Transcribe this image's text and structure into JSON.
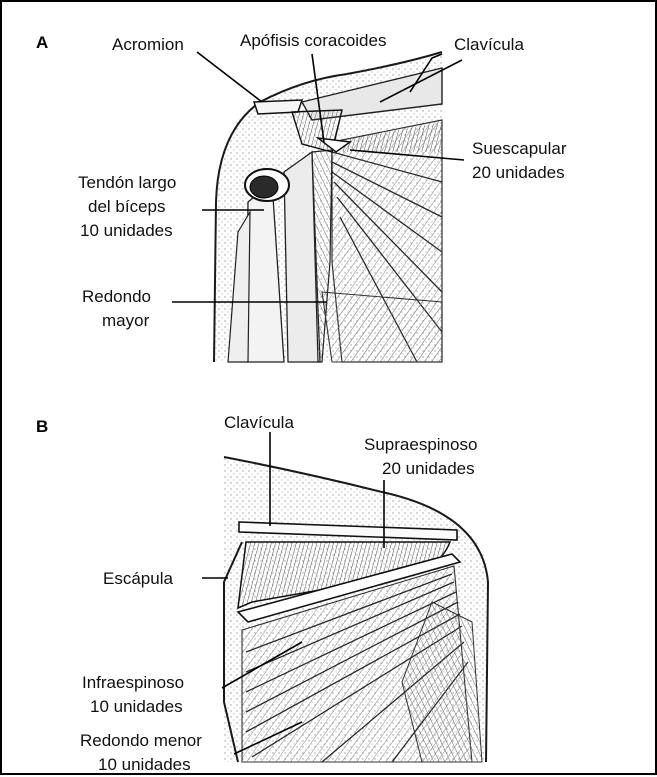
{
  "panel_a": {
    "letter": "A",
    "labels": {
      "acromion": "Acromion",
      "coracoid": "Apófisis coracoides",
      "clavicle": "Clavícula",
      "subscap_1": "Suescapular",
      "subscap_2": "20 unidades",
      "biceps_1": "Tendón largo",
      "biceps_2": "del bíceps",
      "biceps_3": "10 unidades",
      "teres_major_1": "Redondo",
      "teres_major_2": "mayor"
    }
  },
  "panel_b": {
    "letter": "B",
    "labels": {
      "clavicle": "Clavícula",
      "supra_1": "Supraespinoso",
      "supra_2": "20 unidades",
      "scapula": "Escápula",
      "infra_1": "Infraespinoso",
      "infra_2": "10 unidades",
      "teres_minor_1": "Redondo menor",
      "teres_minor_2": "10 unidades"
    }
  }
}
